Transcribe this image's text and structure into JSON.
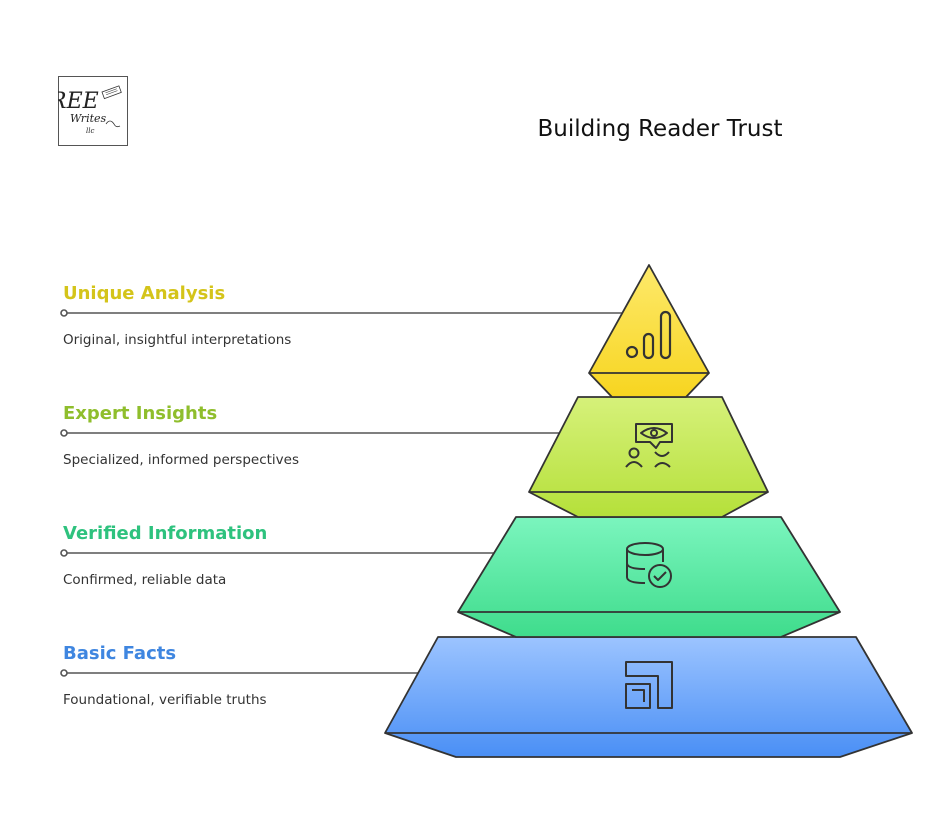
{
  "page": {
    "title": "Building Reader Trust",
    "logo": {
      "icon": "ree-writes-logo",
      "text": "REE Writes"
    }
  },
  "layers": [
    {
      "title": "Unique Analysis",
      "description": "Original, insightful interpretations",
      "color": "#d4c41a",
      "fill_top": "#fde96b",
      "fill_bottom": "#f7d520",
      "icon": "bar-chart-icon"
    },
    {
      "title": "Expert Insights",
      "description": "Specialized, informed perspectives",
      "color": "#8fbe2c",
      "fill_top": "#d6f17a",
      "fill_bottom": "#b5e03a",
      "icon": "expert-eye-icon"
    },
    {
      "title": "Verified Information",
      "description": "Confirmed, reliable data",
      "color": "#2ec27e",
      "fill_top": "#7bf5be",
      "fill_bottom": "#3fdc8c",
      "icon": "database-check-icon"
    },
    {
      "title": "Basic Facts",
      "description": "Foundational, verifiable truths",
      "color": "#3f86e0",
      "fill_top": "#9cc4ff",
      "fill_bottom": "#4a8ff5",
      "icon": "foundation-frame-icon"
    }
  ]
}
